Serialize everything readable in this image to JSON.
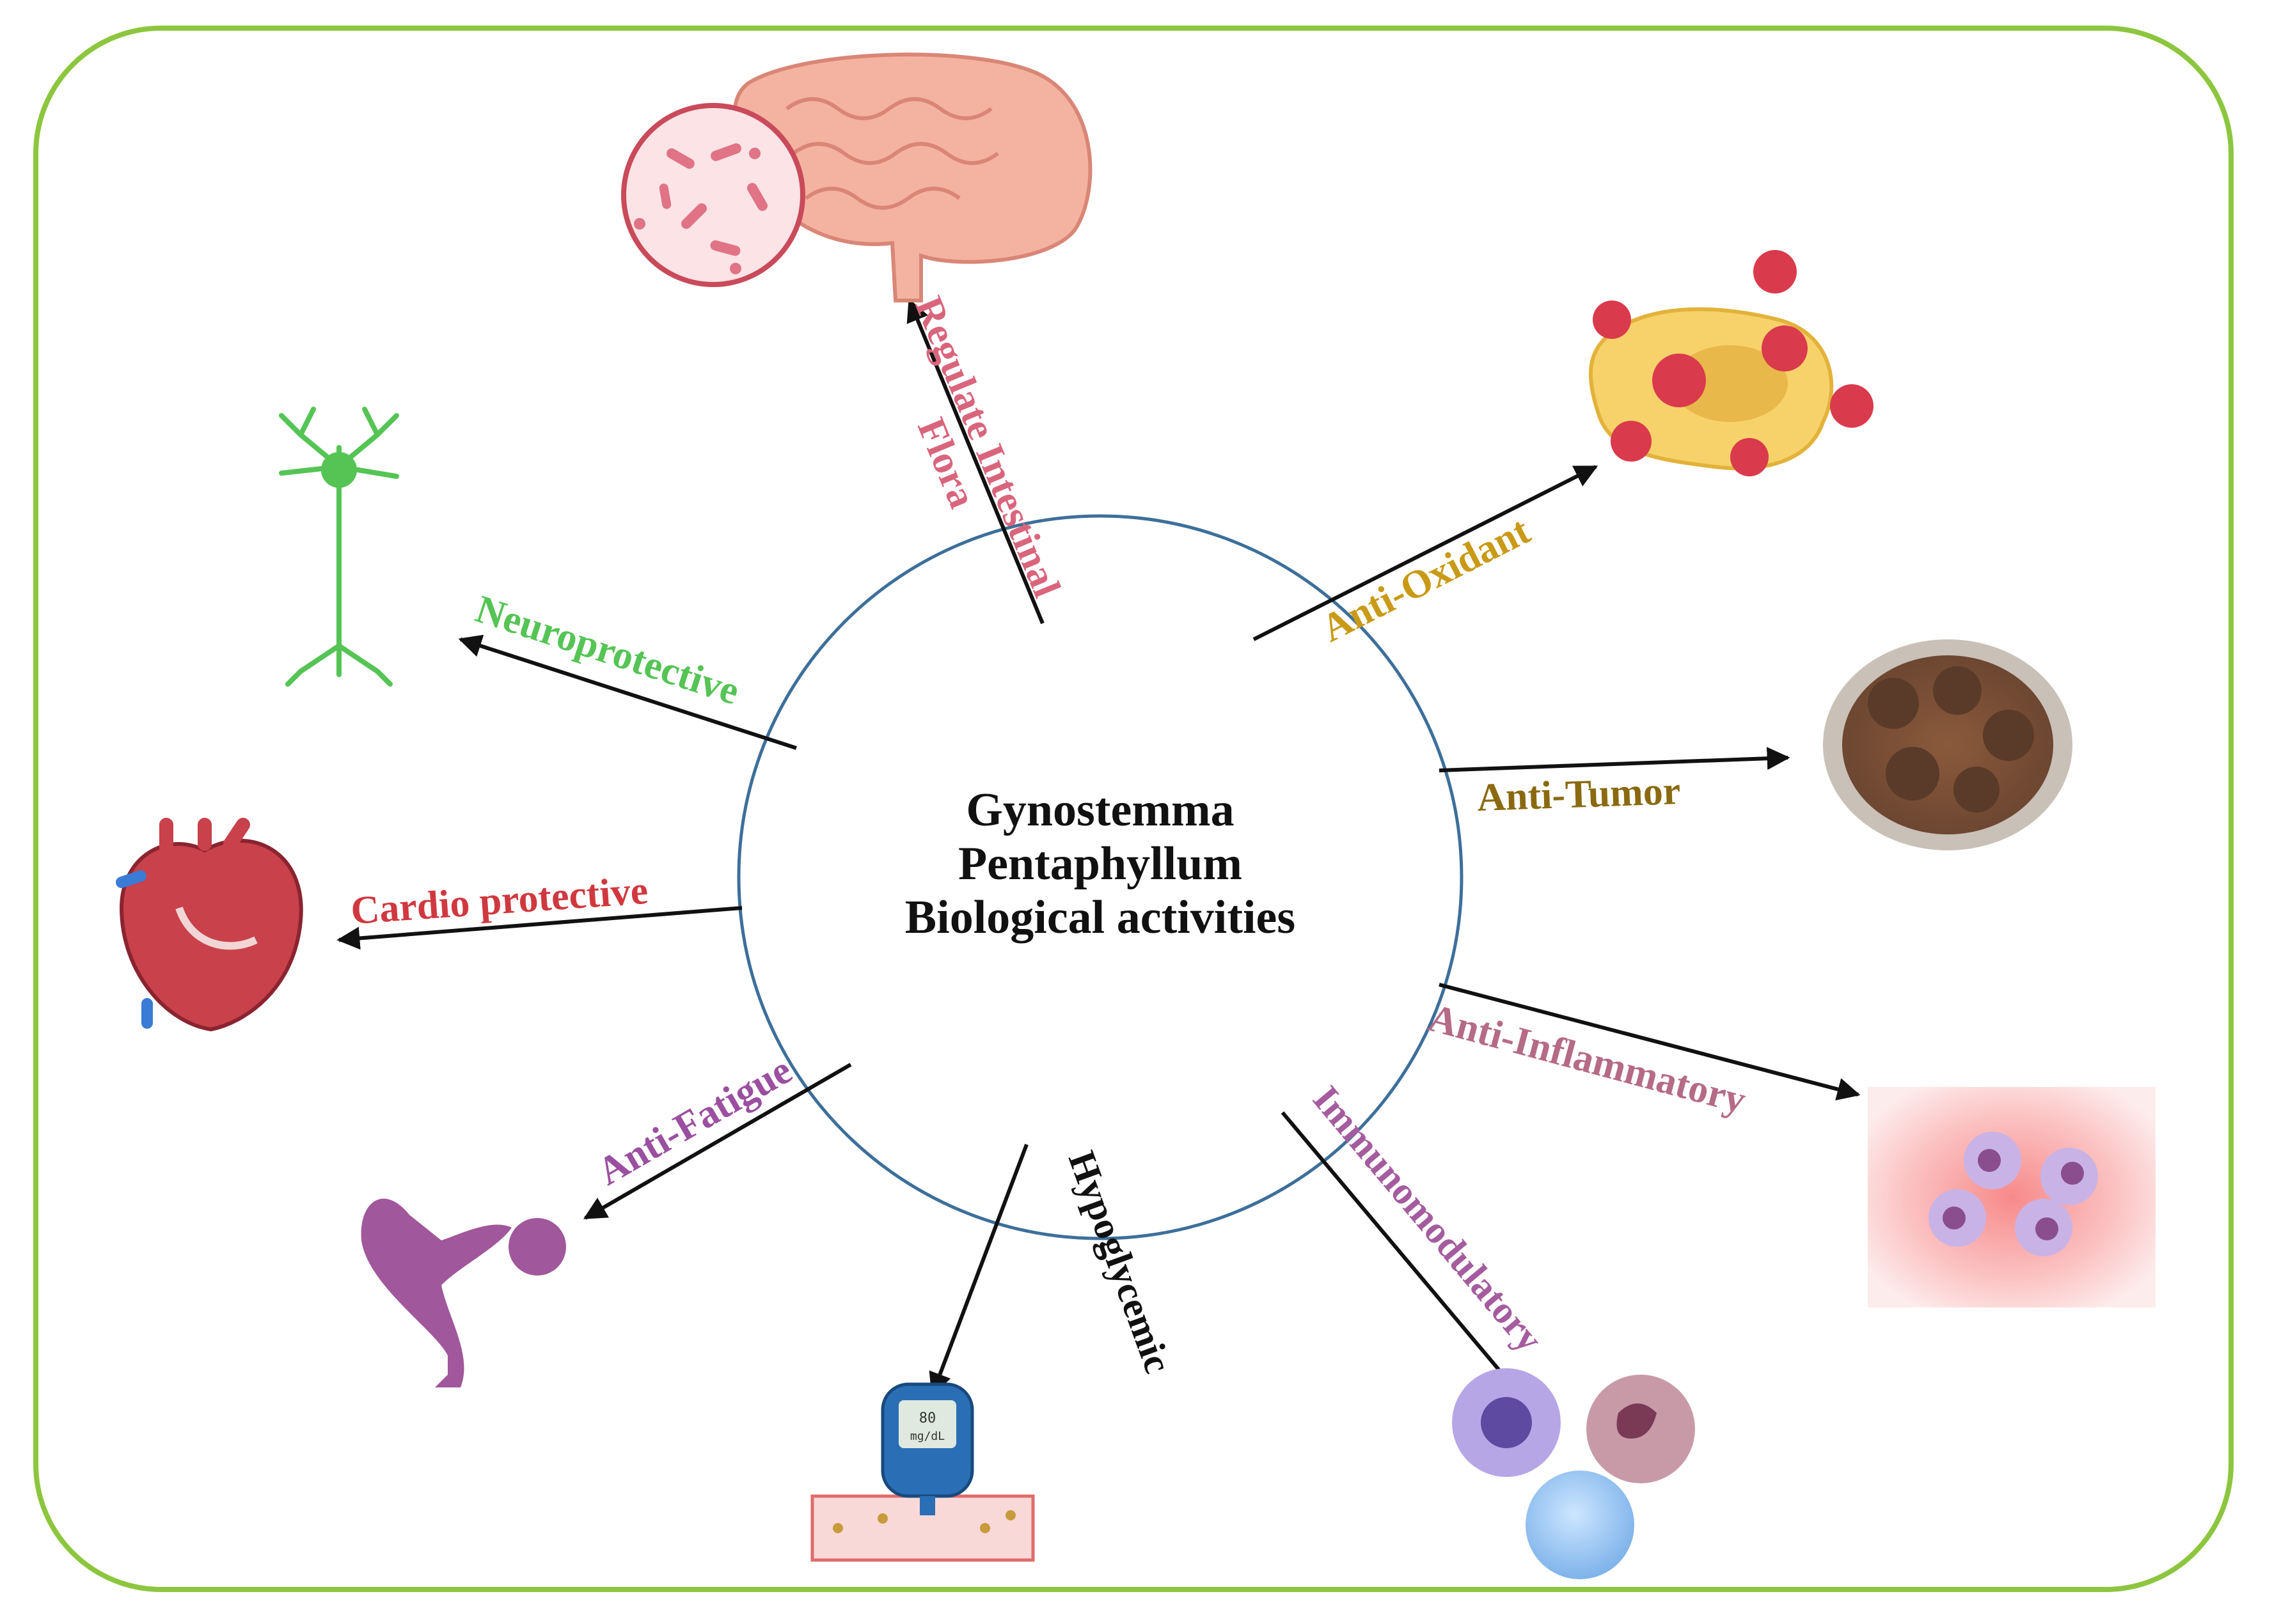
{
  "center": {
    "line1": "Gynostemma",
    "line2": "Pentaphyllum",
    "line3": "Biological activities"
  },
  "activities": [
    {
      "key": "flora_line1",
      "label": "Regulate Intestinal",
      "color": "#d9657c"
    },
    {
      "key": "flora_line2",
      "label": "Flora",
      "color": "#d9657c"
    },
    {
      "key": "oxidant",
      "label": "Anti-Oxidant",
      "color": "#c99a16"
    },
    {
      "key": "tumor",
      "label": "Anti-Tumor",
      "color": "#8a6a10"
    },
    {
      "key": "inflammatory",
      "label": "Anti-Inflammatory",
      "color": "#b56a86"
    },
    {
      "key": "immuno",
      "label": "Immunomodulatory",
      "color": "#a55c9e"
    },
    {
      "key": "hypo",
      "label": "Hypoglycemic",
      "color": "#111111"
    },
    {
      "key": "fatigue",
      "label": "Anti-Fatigue",
      "color": "#9b4fa0"
    },
    {
      "key": "cardio",
      "label": "Cardio protective",
      "color": "#d0383f"
    },
    {
      "key": "neuro",
      "label": "Neuroprotective",
      "color": "#55c455"
    }
  ],
  "glucometer": {
    "reading": "80",
    "unit": "mg/dL"
  },
  "colors": {
    "frame": "#8cc63f",
    "circle": "#3d6f9a",
    "arrow": "#111111"
  }
}
